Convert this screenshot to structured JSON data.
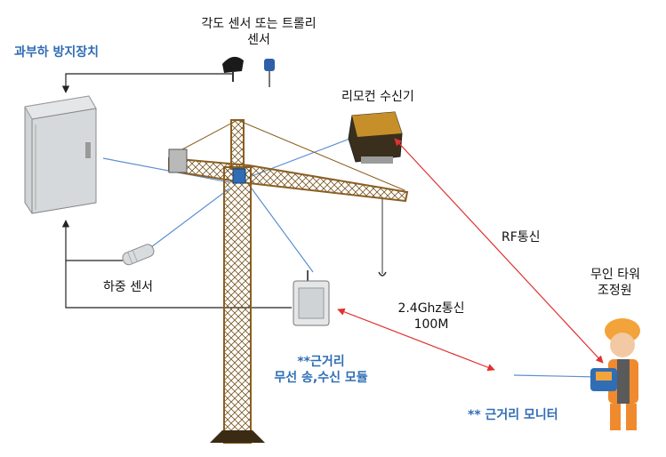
{
  "labels": {
    "angle_sensor": "각도 센서 또는 트롤리",
    "angle_sensor_2": "센서",
    "overload_device": "과부하 방지장치",
    "remote_receiver": "리모컨 수신기",
    "rf_comm": "RF통신",
    "unmanned_operator_1": "무인 타워",
    "unmanned_operator_2": "조정원",
    "load_sensor": "하중 센서",
    "wifi_comm_1": "2.4Ghz통신",
    "wifi_comm_2": "100M",
    "short_range_module_1": "**근거리",
    "short_range_module_2": "무선 송,수신 모듈",
    "short_range_monitor": "** 근거리 모니터"
  },
  "colors": {
    "accent_blue": "#2f6db5",
    "link_blue": "#5b8fd0",
    "rf_red": "#e03030",
    "black_line": "#222222",
    "crane_orange": "#c98a2a"
  }
}
